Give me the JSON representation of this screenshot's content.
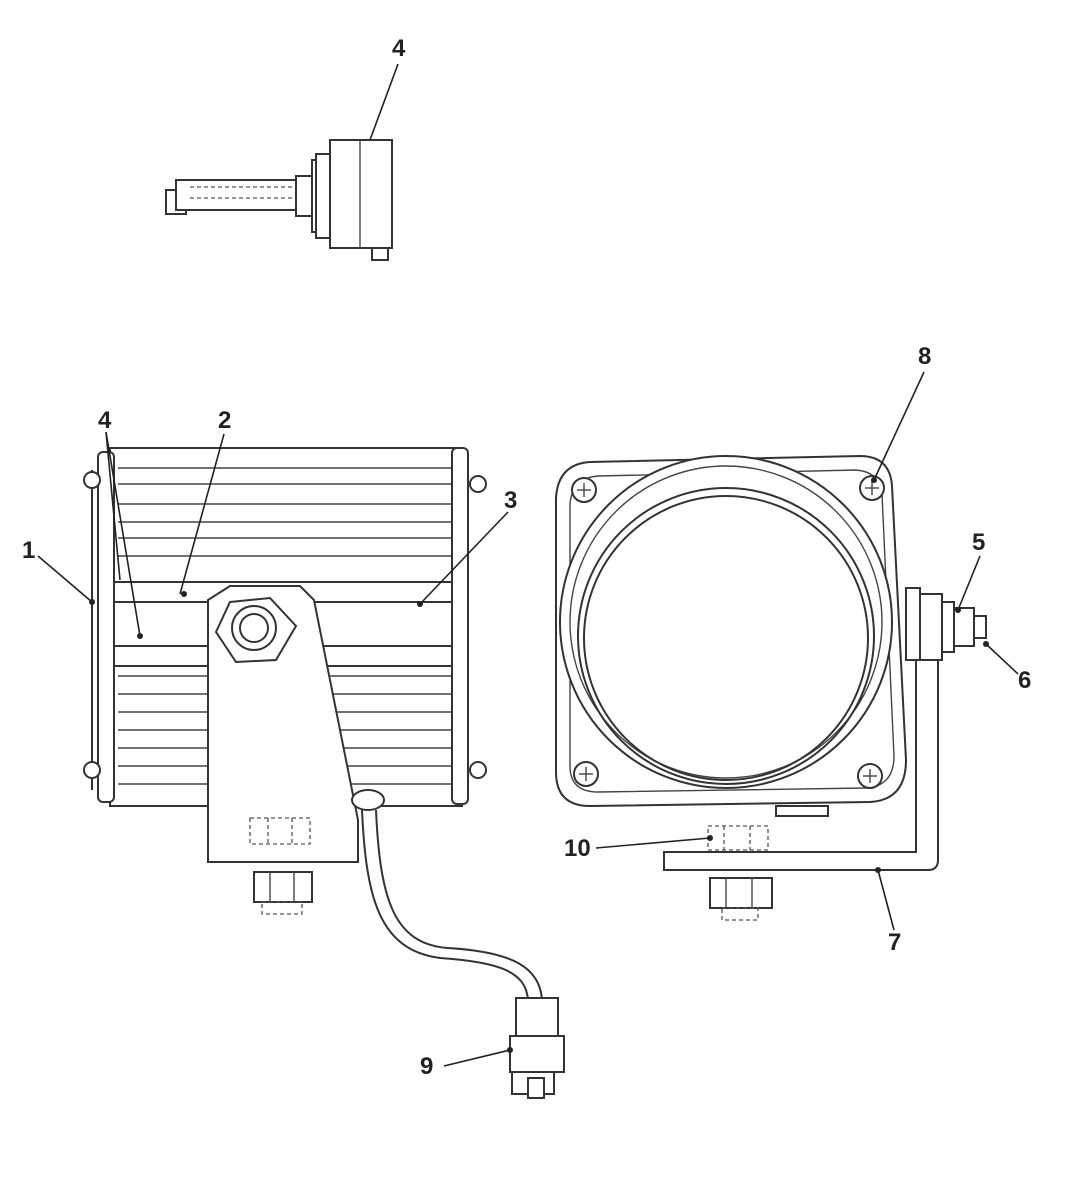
{
  "callouts": [
    {
      "id": "c4-bulb",
      "label": "4"
    },
    {
      "id": "c8",
      "label": "8"
    },
    {
      "id": "c4-lamp",
      "label": "4"
    },
    {
      "id": "c2",
      "label": "2"
    },
    {
      "id": "c3",
      "label": "3"
    },
    {
      "id": "c1",
      "label": "1"
    },
    {
      "id": "c5",
      "label": "5"
    },
    {
      "id": "c6",
      "label": "6"
    },
    {
      "id": "c10",
      "label": "10"
    },
    {
      "id": "c7",
      "label": "7"
    },
    {
      "id": "c9",
      "label": "9"
    }
  ],
  "colors": {
    "line": "#333333",
    "background": "#ffffff"
  }
}
